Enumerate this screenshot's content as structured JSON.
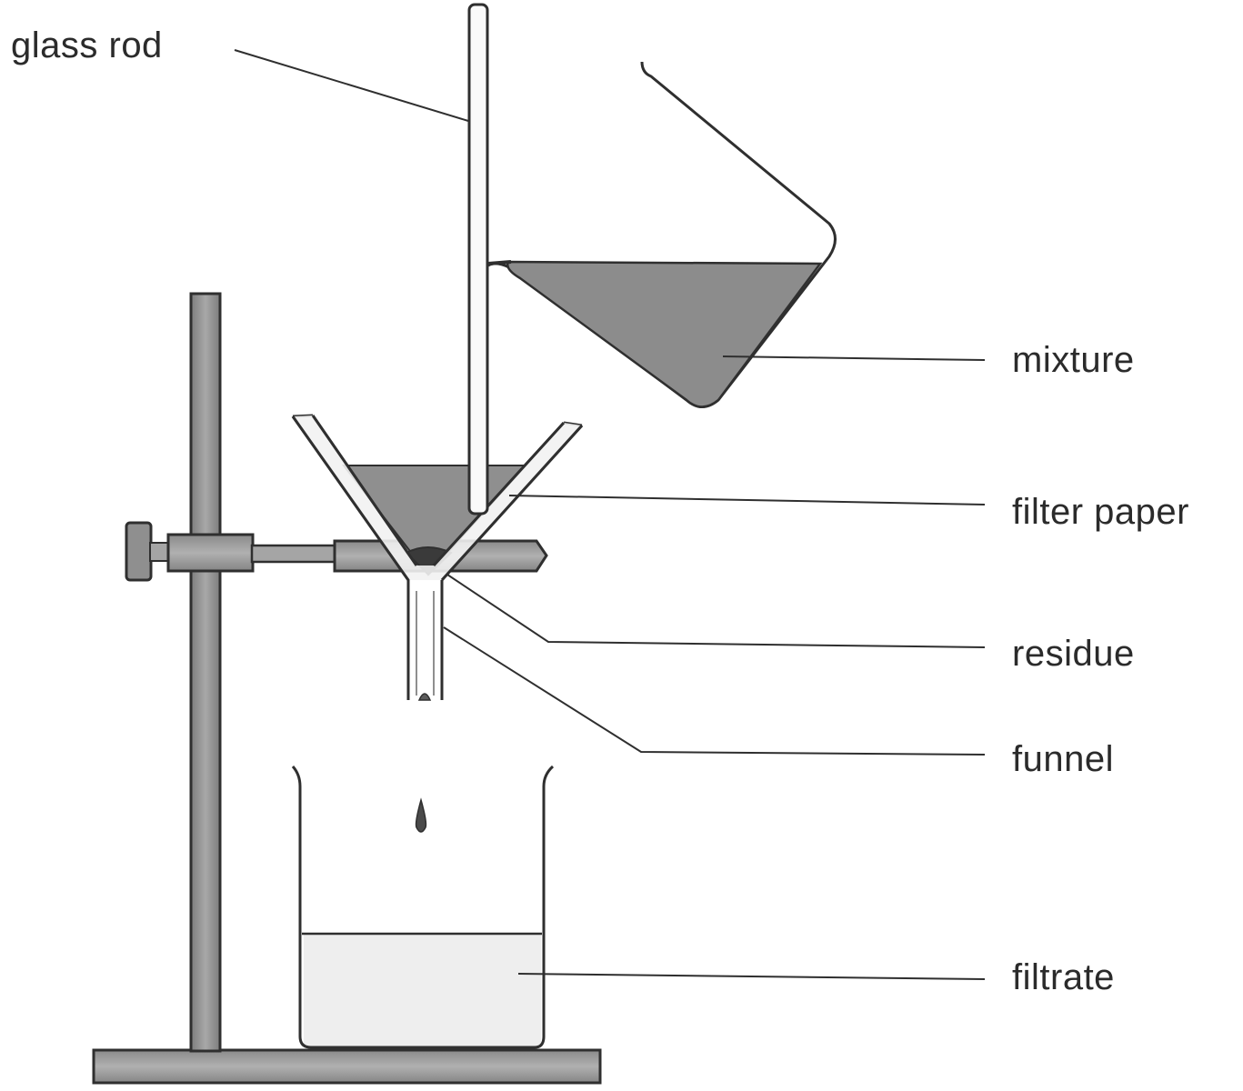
{
  "labels": {
    "glass_rod": "glass rod",
    "mixture": "mixture",
    "filter_paper": "filter paper",
    "residue": "residue",
    "funnel": "funnel",
    "filtrate": "filtrate"
  },
  "colors": {
    "line": "#2f2f2f",
    "stand_fill": "#9a9a9a",
    "mixture_fill": "#8c8c8c",
    "filter_fill": "#8f8f8f",
    "residue_fill": "#3a3a3a",
    "filtrate_fill": "#eeeeee",
    "background": "#ffffff"
  }
}
